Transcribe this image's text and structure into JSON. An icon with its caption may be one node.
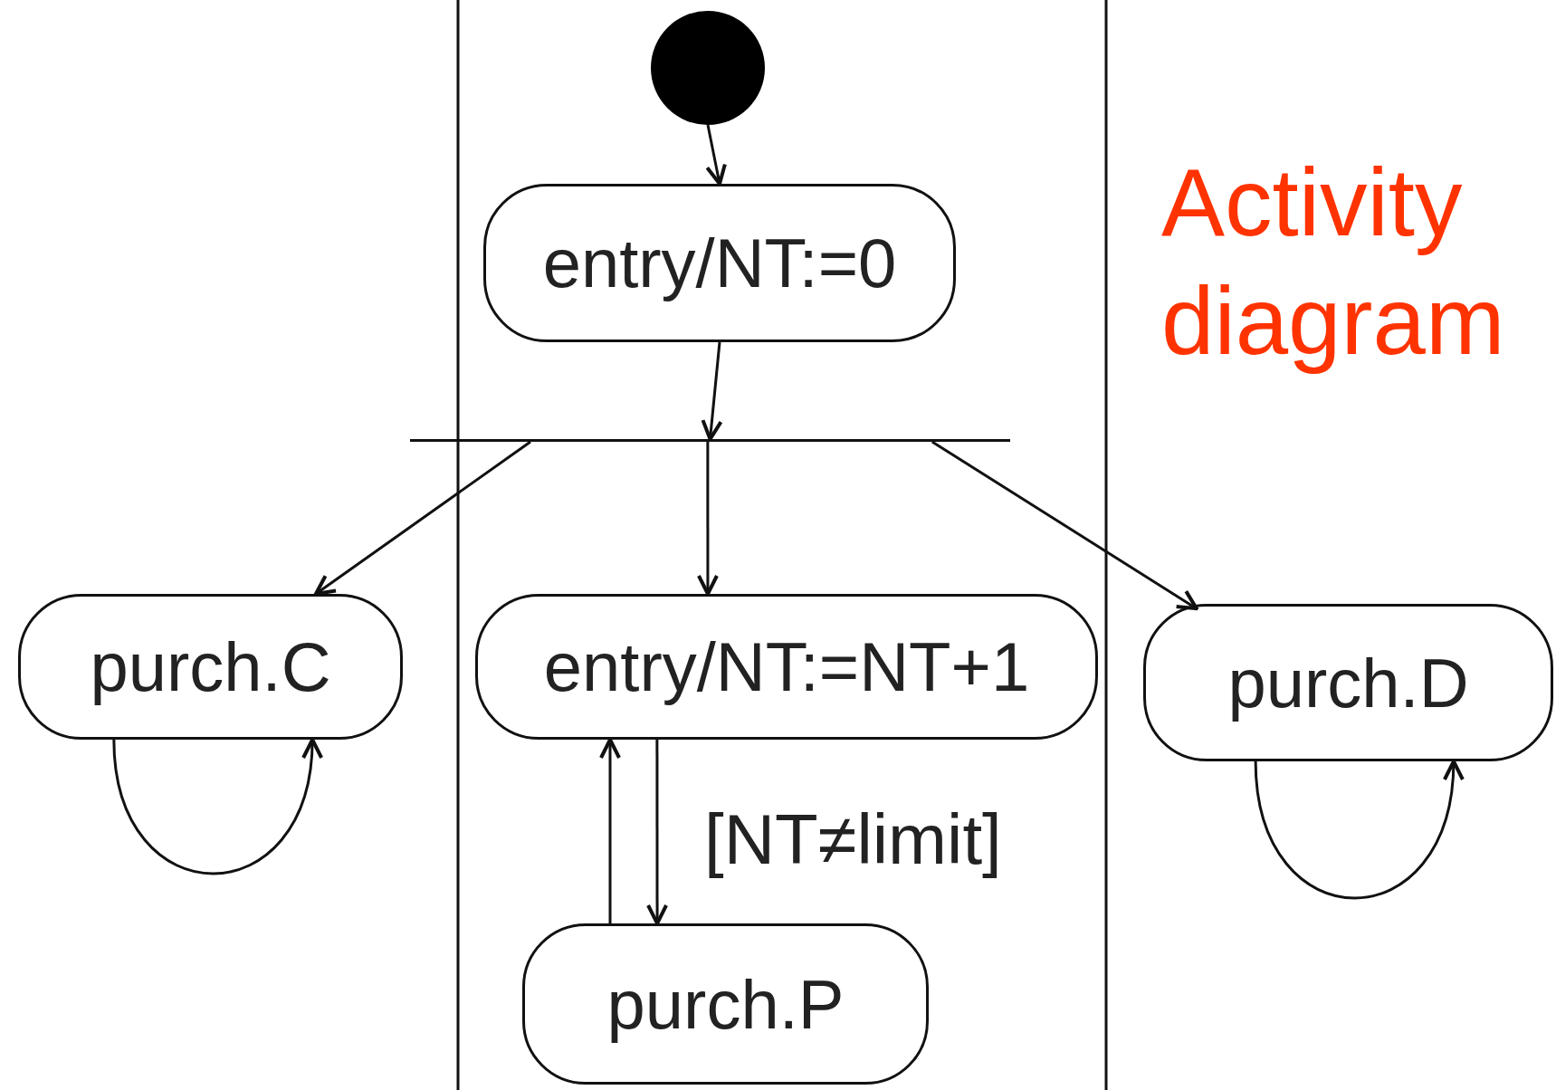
{
  "diagram": {
    "title": "Activity diagram",
    "nodes": [
      {
        "text": [],
        "shape": "circle"
      },
      {
        "text": [
          "entry/NT:=0"
        ]
      },
      {
        "text": [],
        "shape": "bar"
      },
      {
        "text": [
          "purch.C"
        ]
      },
      {
        "text": [
          "entry/NT:=NT+1"
        ]
      },
      {
        "text": [
          "purch.D"
        ]
      },
      {
        "text": [
          "purch.P"
        ]
      }
    ],
    "edges": [
      {
        "from": 0,
        "to": 1,
        "arrow": "to"
      },
      {
        "from": 1,
        "to": 2,
        "arrow": "to"
      },
      {
        "from": 2,
        "to": 3,
        "arrow": "to"
      },
      {
        "from": 2,
        "to": 4,
        "arrow": "to"
      },
      {
        "from": 2,
        "to": 5,
        "arrow": "to"
      },
      {
        "from": 4,
        "to": 6,
        "arrow": "to",
        "label": "[NT≠limit]"
      },
      {
        "from": 6,
        "to": 4,
        "arrow": "to"
      },
      {
        "from": 3,
        "to": 3,
        "arrow": "to"
      },
      {
        "from": 5,
        "to": 5,
        "arrow": "to"
      }
    ]
  }
}
